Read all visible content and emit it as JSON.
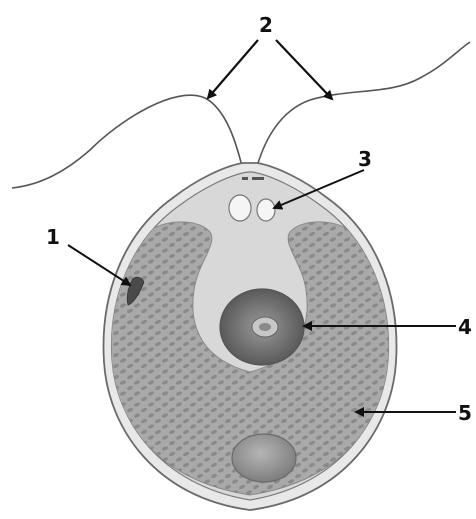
{
  "labels": {
    "l1": "1",
    "l2": "2",
    "l3": "3",
    "l4": "4",
    "l5": "5"
  },
  "colors": {
    "outline": "#6a6a6a",
    "cell_wall": "#e4e4e4",
    "cytoplasm": "#c9c9c9",
    "chloroplast": "#a3a3a3",
    "granule": "#7c7c7c",
    "nucleus": "#767676",
    "nucleolus": "#b8b8b8",
    "pyrenoid": "#909090",
    "flagellum": "#555555",
    "arrow": "#111111"
  }
}
